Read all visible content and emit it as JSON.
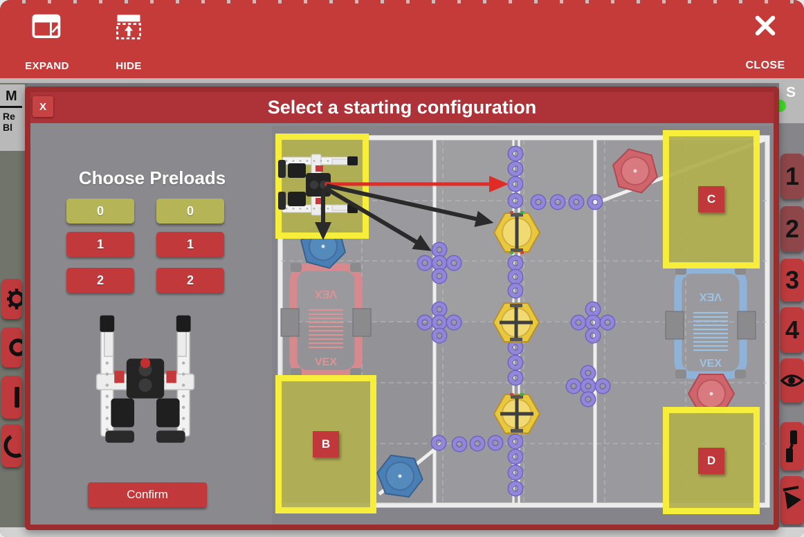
{
  "topbar": {
    "expand_label": "EXPAND",
    "hide_label": "HIDE",
    "close_label": "CLOSE"
  },
  "modal": {
    "close_label": "X",
    "title": "Select a starting configuration",
    "preloads": {
      "heading": "Choose Preloads",
      "columns": [
        {
          "options": [
            "0",
            "1",
            "2"
          ],
          "selected": "0"
        },
        {
          "options": [
            "0",
            "1",
            "2"
          ],
          "selected": "0"
        }
      ]
    },
    "confirm_label": "Confirm"
  },
  "field": {
    "zone_b_label": "B",
    "zone_c_label": "C",
    "zone_d_label": "D"
  },
  "sidebar_left": {
    "tab_label": "M",
    "text_line1": "Re",
    "text_line2": "Bl"
  },
  "sidebar_right": {
    "tab_label": "S",
    "buttons": [
      "1",
      "2",
      "3",
      "4"
    ]
  },
  "colors": {
    "topbar_red": "#c43b3a",
    "modal_border": "#9c2d2f",
    "modal_header": "#ad3338",
    "body_gray": "#8a8a8e",
    "button_red": "#c2393b",
    "selected_olive": "#b5b457",
    "zone_border_yellow": "#f6ee3a",
    "zone_fill_olive": "#b2b051",
    "zone_label_red": "#c1383a",
    "ring_purple": "#8478d2",
    "goal_yellow": "#e8c83d",
    "goal_blue": "#4a7fb5",
    "goal_red": "#cf646c",
    "arrow_red": "#e02b27",
    "arrow_black": "#2a2a2a",
    "status_green": "#44d62c"
  }
}
